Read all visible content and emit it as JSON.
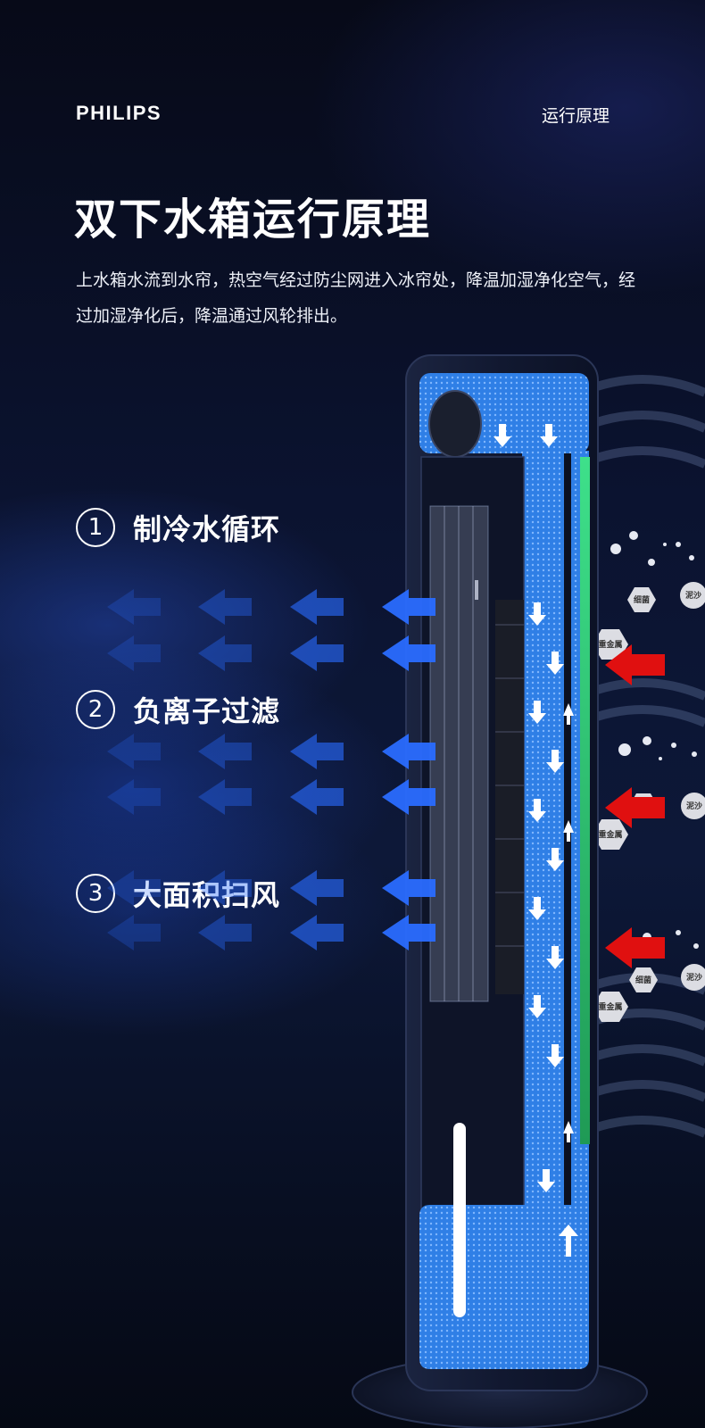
{
  "header": {
    "brand": "PHILIPS",
    "section_label": "运行原理"
  },
  "headline": "双下水箱运行原理",
  "description": "上水箱水流到水帘，热空气经过防尘网进入冰帘处，降温加湿净化空气，经过加湿净化后，降温通过风轮排出。",
  "features": [
    {
      "number": "1",
      "label": "制冷水循环"
    },
    {
      "number": "2",
      "label": "负离子过滤"
    },
    {
      "number": "3",
      "label": "大面积扫风"
    }
  ],
  "pollutants": [
    "细菌",
    "泥沙",
    "重金属"
  ],
  "colors": {
    "water": "#2f7fe6",
    "body": "#141c34",
    "cool_air": "#2f74ff",
    "hot_air": "#e01010",
    "filter": "#2fcf6f"
  }
}
